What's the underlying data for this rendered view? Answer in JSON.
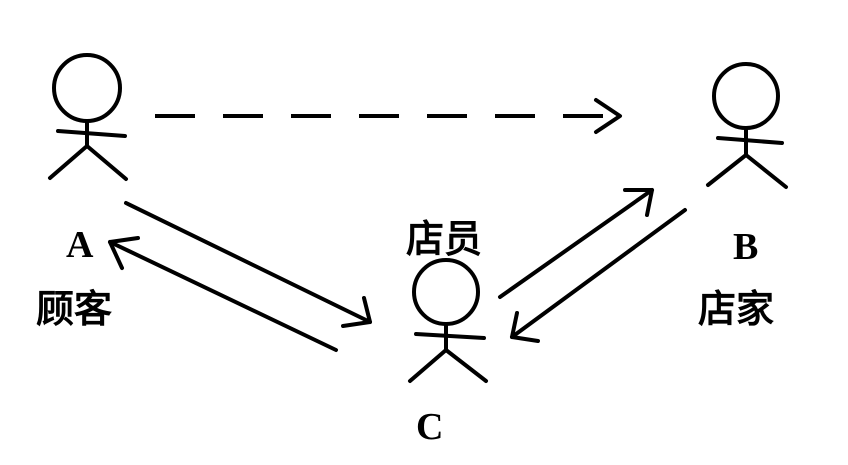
{
  "actors": {
    "a": {
      "letter": "A",
      "role": "顾客"
    },
    "b": {
      "letter": "B",
      "role": "店家"
    },
    "c": {
      "letter": "C",
      "role": "店员"
    }
  },
  "colors": {
    "ink": "#000000",
    "background": "#ffffff"
  }
}
